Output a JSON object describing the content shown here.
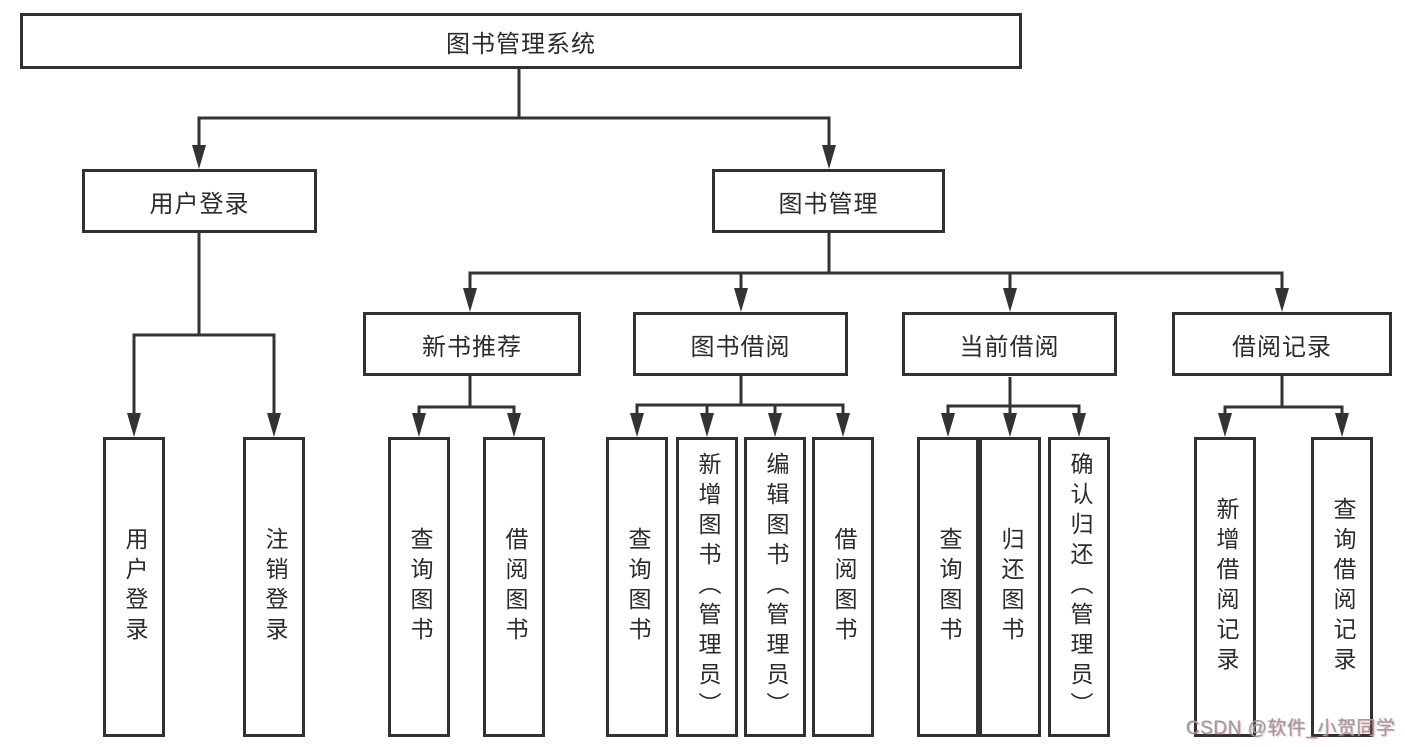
{
  "diagram_type": "hierarchy",
  "tree": {
    "root": {
      "label": "图书管理系统",
      "children": [
        {
          "label": "用户登录",
          "children": [
            {
              "label": "用户登录"
            },
            {
              "label": "注销登录"
            }
          ]
        },
        {
          "label": "图书管理",
          "children": [
            {
              "label": "新书推荐",
              "children": [
                {
                  "label": "查询图书"
                },
                {
                  "label": "借阅图书"
                }
              ]
            },
            {
              "label": "图书借阅",
              "children": [
                {
                  "label": "查询图书"
                },
                {
                  "label": "新增图书（管理员）"
                },
                {
                  "label": "编辑图书（管理员）"
                },
                {
                  "label": "借阅图书"
                }
              ]
            },
            {
              "label": "当前借阅",
              "children": [
                {
                  "label": "查询图书"
                },
                {
                  "label": "归还图书"
                },
                {
                  "label": "确认归还（管理员）"
                }
              ]
            },
            {
              "label": "借阅记录",
              "children": [
                {
                  "label": "新增借阅记录"
                },
                {
                  "label": "查询借阅记录"
                }
              ]
            }
          ]
        }
      ]
    }
  },
  "watermark": {
    "text": "CSDN @软件_小贺同学"
  },
  "colors": {
    "line": "#333333",
    "box_border": "#313131",
    "box_fill": "#ffffff",
    "text": "#2b2b2b",
    "watermark_text": "#9b9b9b",
    "background": "#ffffff"
  }
}
